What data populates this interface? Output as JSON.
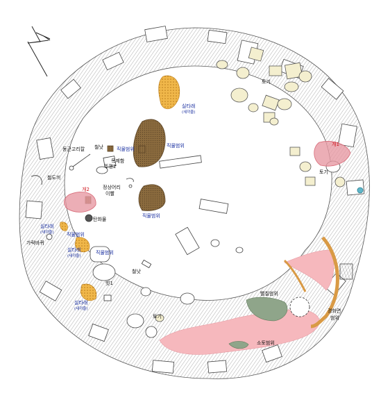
{
  "colors": {
    "outline": "#3a3a3a",
    "stone_fill": "#ffffff",
    "stone_hatch": "#7a7a7a",
    "vessel_fill": "#f4efcf",
    "plant_fill": "#8b6b3e",
    "soil_fill": "#f6b8bd",
    "fired_fill": "#e79aa4",
    "hardened_fill": "#d99a45",
    "shell_fill": "#8fa58a",
    "silk_fill": "#f0b74a",
    "red_label": "#d0141c",
    "blue_label": "#1a2fa0"
  },
  "icons": [
    "north-arrow-icon"
  ],
  "labels": {
    "silk_top": "실타래",
    "silk_top_sub": "(새끼줄)",
    "plant_top_right": "직물범위",
    "plant_top_left": "직물범위",
    "pottery_top": "토기",
    "hearth_right": "개1",
    "pottery_right": "토기",
    "rope_tool": "동근고리칼",
    "iron_sickle": "철낫",
    "wood_pot": "목제함",
    "lid": "뚜껑2",
    "strange_ring": "정상어리",
    "strange_ring2": "이빨",
    "iron_axe": "철도끼",
    "hearth_left": "개2",
    "plant_mid": "직물범위",
    "silk_left": "실타래",
    "silk_left_sub": "(새끼줄)",
    "charcoal": "탄화물",
    "plant_left": "직물범위",
    "feature_left": "가락바퀴",
    "silk_left2": "실타래",
    "silk_left2_sub": "(새끼줄)",
    "plant_left2": "직물범위",
    "iron_sickle2": "철낫",
    "comb": "빗1",
    "silk_bottom": "실타래",
    "silk_bottom_sub": "(새끼줄)",
    "pottery_bottom": "토기",
    "shell_area": "뻘칠범위",
    "hardened_area": "경화면",
    "hardened_area2": "범위",
    "soil_area": "소토범위"
  }
}
